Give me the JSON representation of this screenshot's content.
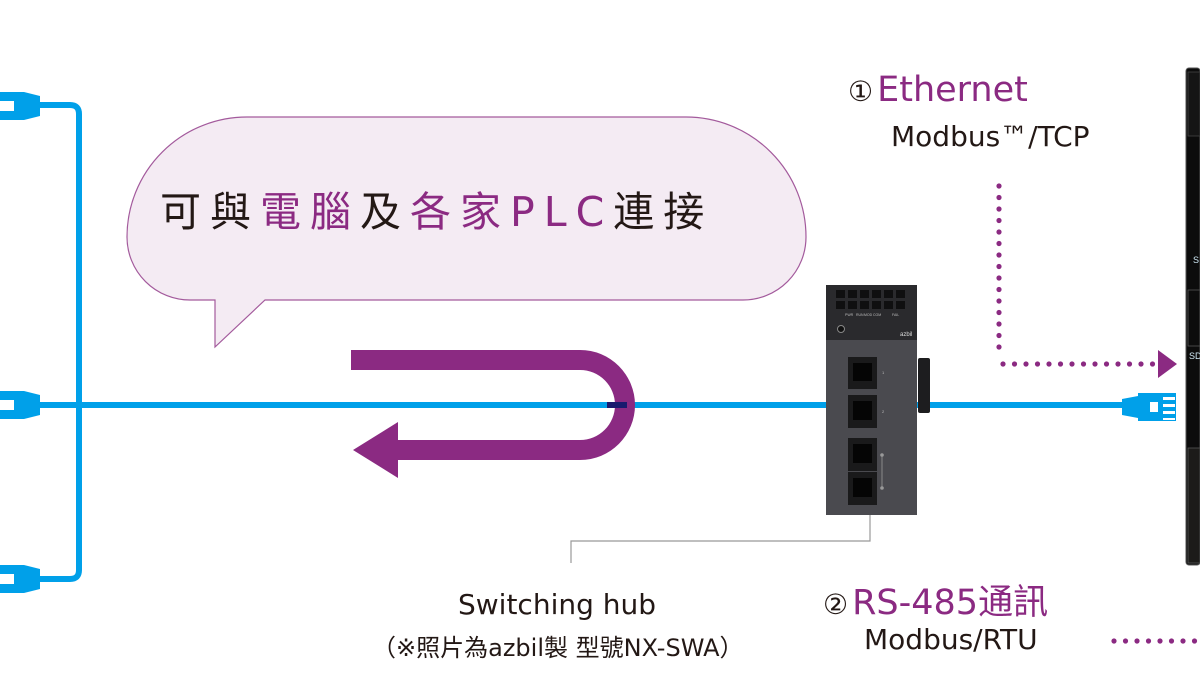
{
  "colors": {
    "cable": "#00a0e9",
    "accent": "#8b2a82",
    "bubble_fill": "#f4ebf3",
    "bubble_stroke": "#a35a9c",
    "text": "#231815",
    "hub_body": "#4a4a4f",
    "hub_top": "#2a2a2d",
    "device": "#0c0c0c"
  },
  "speech_bubble": {
    "segments": [
      {
        "text": "可與",
        "highlight": false
      },
      {
        "text": "電腦",
        "highlight": true
      },
      {
        "text": "及",
        "highlight": false
      },
      {
        "text": "各家PLC",
        "highlight": true
      },
      {
        "text": "連接",
        "highlight": false
      }
    ]
  },
  "ethernet_label": {
    "number": "①",
    "title": "Ethernet",
    "protocol": "Modbus™/TCP"
  },
  "rs485_label": {
    "number": "②",
    "title": "RS-485通訊",
    "protocol": "Modbus/RTU"
  },
  "switching_hub": {
    "name": "Switching hub",
    "note": "（※照片為azbil製 型號NX-SWA）",
    "brand": "azbil",
    "led_labels": [
      "PWR",
      "RUN",
      "MOD",
      "COM",
      "FAIL"
    ],
    "port_numbers": [
      "1",
      "2"
    ]
  },
  "right_device": {
    "labels": [
      "S",
      "SD"
    ]
  },
  "icons": {
    "plugs": [
      "ethernet-plug-icon-top",
      "ethernet-plug-icon-middle",
      "ethernet-plug-icon-bottom",
      "ethernet-plug-icon-right"
    ],
    "arrows": [
      "u-turn-arrow-icon",
      "dotted-arrow-icon"
    ]
  }
}
